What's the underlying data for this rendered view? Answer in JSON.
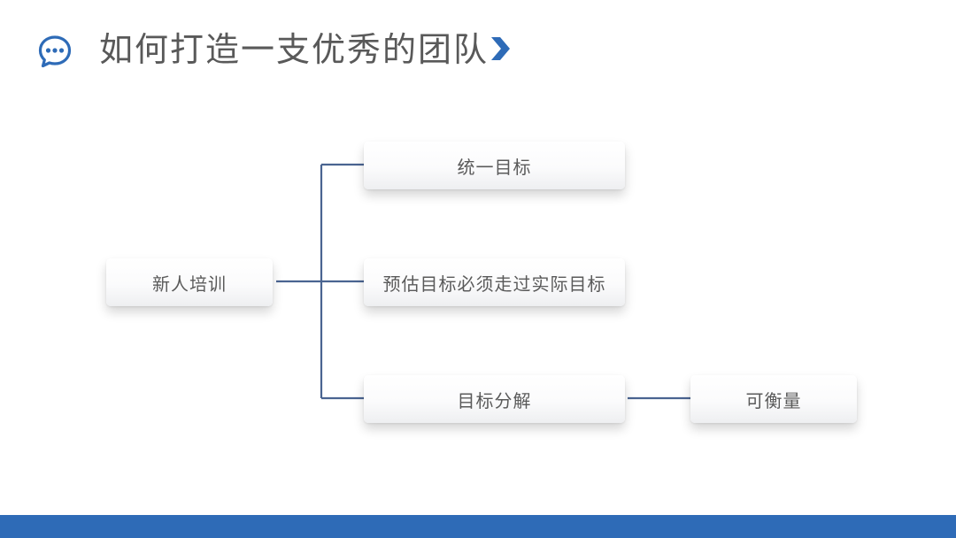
{
  "slide": {
    "title": "如何打造一支优秀的团队",
    "header_icon": "chat-bubble-icon",
    "title_marker_icon": "chevron-right-icon",
    "accent_color": "#2e6bb7",
    "connector_color": "#4a6491"
  },
  "diagram": {
    "root": {
      "label": "新人培训"
    },
    "children": [
      {
        "label": "统一目标"
      },
      {
        "label": "预估目标必须走过实际目标"
      },
      {
        "label": "目标分解",
        "child": {
          "label": "可衡量"
        }
      }
    ]
  }
}
